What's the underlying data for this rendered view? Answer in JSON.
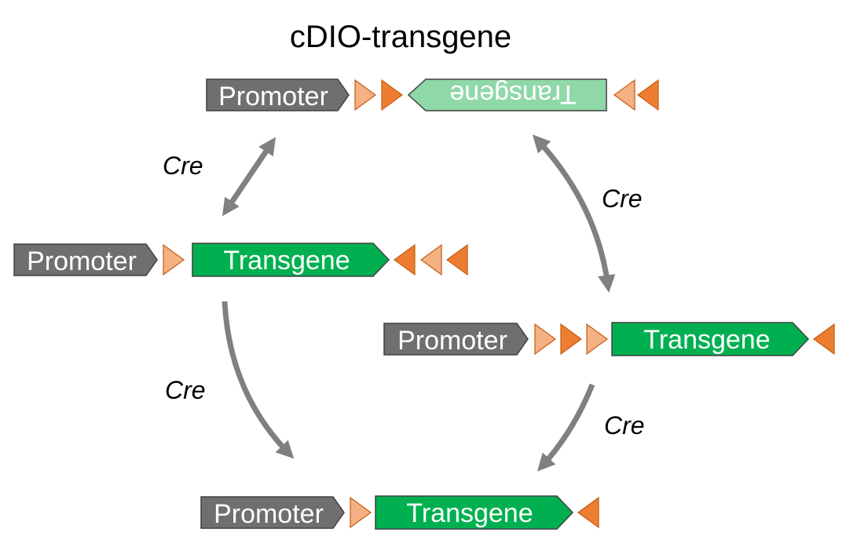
{
  "title": "cDIO-transgene",
  "labels": {
    "promoter": "Promoter",
    "transgene": "Transgene",
    "cre": "Cre"
  },
  "colors": {
    "promoter": "#6f6f6f",
    "transgene_active": "#00b050",
    "transgene_inverted": "#8fd8a8",
    "lox_light": "#f4b183",
    "lox_dark": "#ed7d31",
    "arrow": "#808080",
    "outline": "#404040"
  }
}
